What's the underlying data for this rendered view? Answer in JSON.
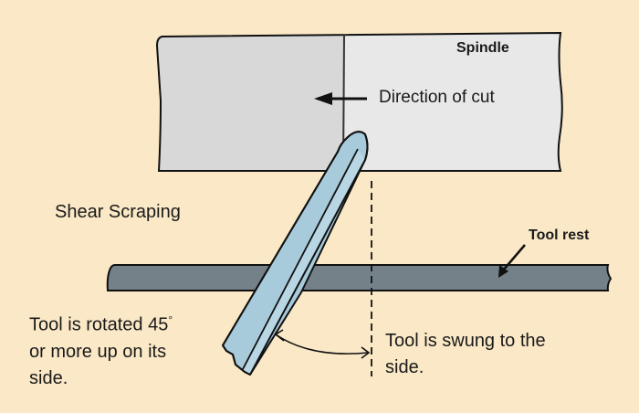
{
  "diagram": {
    "title": "Shear Scraping",
    "labels": {
      "spindle": "Spindle",
      "direction": "Direction of cut",
      "tool_rest": "Tool rest",
      "rotated_line1": "Tool is rotated 45",
      "degree": "°",
      "rotated_line2": "or more up on its",
      "rotated_line3": "side.",
      "swung_line1": "Tool is swung to the",
      "swung_line2": "side."
    },
    "colors": {
      "background": "#fae8c6",
      "spindle_cut": "#d8d8d8",
      "spindle_uncut": "#e8e8e8",
      "tool_rest": "#748188",
      "tool": "#a8cbdc",
      "tool_edge": "#b8d6e4",
      "outline": "#111111"
    }
  }
}
